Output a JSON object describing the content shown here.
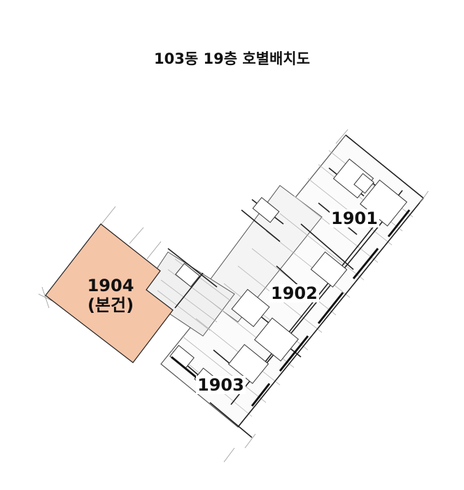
{
  "title": "103동 19층 호별배치도",
  "units": [
    {
      "id": "1901",
      "label": "1901"
    },
    {
      "id": "1902",
      "label": "1902"
    },
    {
      "id": "1903",
      "label": "1903"
    },
    {
      "id": "1904",
      "label": "1904",
      "note": "(본건)",
      "highlighted": true
    }
  ],
  "colors": {
    "subject_fill": "#F5C5A8",
    "subject_stroke": "#222222",
    "drawing_line": "#333333",
    "drawing_light": "#9a9a9a"
  }
}
